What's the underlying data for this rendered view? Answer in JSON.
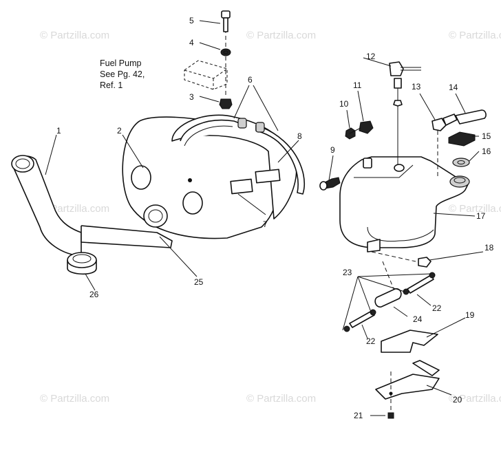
{
  "watermark": "© Partzilla.com",
  "note": {
    "line1": "Fuel Pump",
    "line2": "See Pg. 42,",
    "line3": "Ref. 1"
  },
  "callouts": {
    "c1": "1",
    "c2": "2",
    "c3": "3",
    "c4": "4",
    "c5": "5",
    "c6": "6",
    "c7": "7",
    "c8": "8",
    "c9": "9",
    "c10": "10",
    "c11": "11",
    "c12": "12",
    "c13": "13",
    "c14": "14",
    "c15": "15",
    "c16": "16",
    "c17": "17",
    "c18": "18",
    "c19": "19",
    "c20": "20",
    "c21": "21",
    "c22a": "22",
    "c22b": "22",
    "c23": "23",
    "c24": "24",
    "c25": "25",
    "c26": "26"
  }
}
